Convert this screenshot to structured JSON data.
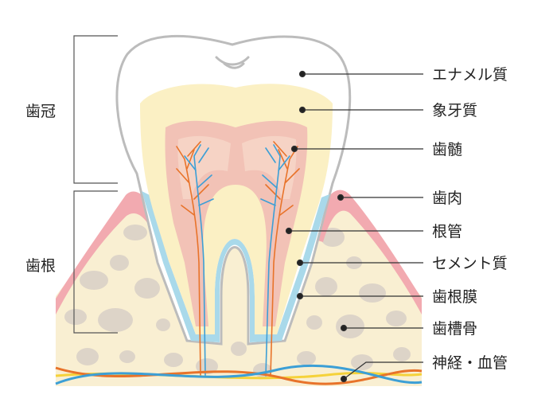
{
  "regions": {
    "crown": "歯冠",
    "root": "歯根"
  },
  "labels": {
    "enamel": "エナメル質",
    "dentin": "象牙質",
    "pulp": "歯髄",
    "gum": "歯肉",
    "root_canal": "根管",
    "cementum": "セメント質",
    "periodontal_ligament": "歯根膜",
    "alveolar_bone": "歯槽骨",
    "nerve_blood_vessel": "神経・血管"
  },
  "colors": {
    "enamel": "#ffffff",
    "dentin": "#fbf0c4",
    "pulp": "#f2c2b6",
    "gum": "#f2aab0",
    "bone": "#f9efd2",
    "bone_spots": "#ddd4c8",
    "cementum": "#a9d9ea",
    "nerve": "#e8732a",
    "vessel": "#3c9fd6"
  }
}
